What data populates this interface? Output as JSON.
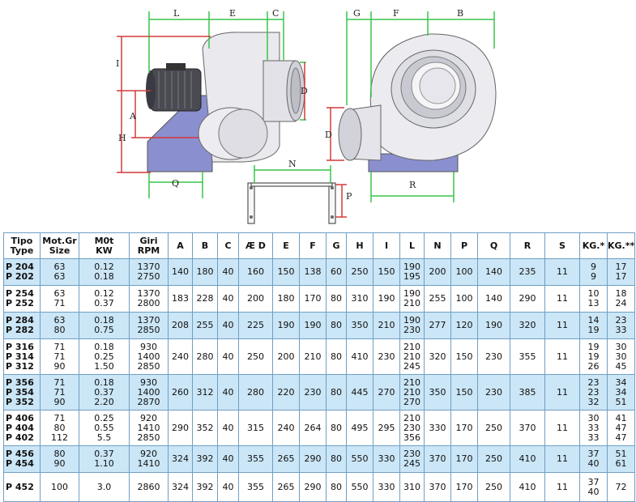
{
  "drawing": {
    "side_labels": [
      "L",
      "E",
      "C",
      "I",
      "D",
      "A",
      "H",
      "Q"
    ],
    "front_labels": [
      "G",
      "F",
      "B",
      "D",
      "R"
    ],
    "base_labels": [
      "N",
      "P"
    ]
  },
  "table": {
    "headers": [
      [
        "Tipo",
        "Type"
      ],
      [
        "Mot.Gr",
        "Size"
      ],
      [
        "M0t",
        "KW"
      ],
      [
        "Giri",
        "RPM"
      ],
      [
        "A"
      ],
      [
        "B"
      ],
      [
        "C"
      ],
      [
        "Æ D"
      ],
      [
        "E"
      ],
      [
        "F"
      ],
      [
        "G"
      ],
      [
        "H"
      ],
      [
        "I"
      ],
      [
        "L"
      ],
      [
        "N"
      ],
      [
        "P"
      ],
      [
        "Q"
      ],
      [
        "R"
      ],
      [
        "S"
      ],
      [
        "KG.*"
      ],
      [
        "KG.**"
      ]
    ],
    "rows": [
      {
        "shade": true,
        "cells": [
          [
            "P 204",
            "P 202"
          ],
          [
            "63",
            "63"
          ],
          [
            "0.12",
            "0.18"
          ],
          [
            "1370",
            "2750"
          ],
          [
            "140"
          ],
          [
            "180"
          ],
          [
            "40"
          ],
          [
            "160"
          ],
          [
            "150"
          ],
          [
            "138"
          ],
          [
            "60"
          ],
          [
            "250"
          ],
          [
            "150"
          ],
          [
            "190",
            "195"
          ],
          [
            "200"
          ],
          [
            "100"
          ],
          [
            "140"
          ],
          [
            "235"
          ],
          [
            "11"
          ],
          [
            "9",
            "9"
          ],
          [
            "17",
            "17"
          ]
        ]
      },
      {
        "shade": false,
        "cells": [
          [
            "P 254",
            "P 252"
          ],
          [
            "63",
            "71"
          ],
          [
            "0.12",
            "0.37"
          ],
          [
            "1370",
            "2800"
          ],
          [
            "183"
          ],
          [
            "228"
          ],
          [
            "40"
          ],
          [
            "200"
          ],
          [
            "180"
          ],
          [
            "170"
          ],
          [
            "80"
          ],
          [
            "310"
          ],
          [
            "190"
          ],
          [
            "190",
            "210"
          ],
          [
            "255"
          ],
          [
            "100"
          ],
          [
            "140"
          ],
          [
            "290"
          ],
          [
            "11"
          ],
          [
            "10",
            "13"
          ],
          [
            "18",
            "24"
          ]
        ]
      },
      {
        "shade": true,
        "cells": [
          [
            "P 284",
            "P 282"
          ],
          [
            "63",
            "80"
          ],
          [
            "0.18",
            "0.75"
          ],
          [
            "1370",
            "2850"
          ],
          [
            "208"
          ],
          [
            "255"
          ],
          [
            "40"
          ],
          [
            "225"
          ],
          [
            "190"
          ],
          [
            "190"
          ],
          [
            "80"
          ],
          [
            "350"
          ],
          [
            "210"
          ],
          [
            "190",
            "230"
          ],
          [
            "277"
          ],
          [
            "120"
          ],
          [
            "190"
          ],
          [
            "320"
          ],
          [
            "11"
          ],
          [
            "14",
            "19"
          ],
          [
            "23",
            "33"
          ]
        ]
      },
      {
        "shade": false,
        "cells": [
          [
            "P 316",
            "P 314",
            "P 312"
          ],
          [
            "71",
            "71",
            "90"
          ],
          [
            "0.18",
            "0.25",
            "1.50"
          ],
          [
            "930",
            "1400",
            "2850"
          ],
          [
            "240"
          ],
          [
            "280"
          ],
          [
            "40"
          ],
          [
            "250"
          ],
          [
            "200"
          ],
          [
            "210"
          ],
          [
            "80"
          ],
          [
            "410"
          ],
          [
            "230"
          ],
          [
            "210",
            "210",
            "245"
          ],
          [
            "320"
          ],
          [
            "150"
          ],
          [
            "230"
          ],
          [
            "355"
          ],
          [
            "11"
          ],
          [
            "19",
            "19",
            "26"
          ],
          [
            "30",
            "30",
            "45"
          ]
        ]
      },
      {
        "shade": true,
        "cells": [
          [
            "P 356",
            "P 354",
            "P 352"
          ],
          [
            "71",
            "71",
            "90"
          ],
          [
            "0.18",
            "0.37",
            "2.20"
          ],
          [
            "930",
            "1400",
            "2870"
          ],
          [
            "260"
          ],
          [
            "312"
          ],
          [
            "40"
          ],
          [
            "280"
          ],
          [
            "220"
          ],
          [
            "230"
          ],
          [
            "80"
          ],
          [
            "445"
          ],
          [
            "270"
          ],
          [
            "210",
            "210",
            "270"
          ],
          [
            "350"
          ],
          [
            "150"
          ],
          [
            "230"
          ],
          [
            "385"
          ],
          [
            "11"
          ],
          [
            "23",
            "23",
            "32"
          ],
          [
            "34",
            "34",
            "51"
          ]
        ]
      },
      {
        "shade": false,
        "cells": [
          [
            "P 406",
            "P 404",
            "P 402"
          ],
          [
            "71",
            "80",
            "112"
          ],
          [
            "0.25",
            "0.55",
            "5.5"
          ],
          [
            "920",
            "1410",
            "2850"
          ],
          [
            "290"
          ],
          [
            "352"
          ],
          [
            "40"
          ],
          [
            "315"
          ],
          [
            "240"
          ],
          [
            "264"
          ],
          [
            "80"
          ],
          [
            "495"
          ],
          [
            "295"
          ],
          [
            "210",
            "230",
            "356"
          ],
          [
            "330"
          ],
          [
            "170"
          ],
          [
            "250"
          ],
          [
            "370"
          ],
          [
            "11"
          ],
          [
            "30",
            "33",
            "33"
          ],
          [
            "41",
            "47",
            "47"
          ]
        ]
      },
      {
        "shade": true,
        "cells": [
          [
            "P 456",
            "P 454"
          ],
          [
            "80",
            "90"
          ],
          [
            "0.37",
            "1.10"
          ],
          [
            "920",
            "1410"
          ],
          [
            "324"
          ],
          [
            "392"
          ],
          [
            "40"
          ],
          [
            "355"
          ],
          [
            "265"
          ],
          [
            "290"
          ],
          [
            "80"
          ],
          [
            "550"
          ],
          [
            "330"
          ],
          [
            "230",
            "245"
          ],
          [
            "370"
          ],
          [
            "170"
          ],
          [
            "250"
          ],
          [
            "410"
          ],
          [
            "11"
          ],
          [
            "37",
            "40"
          ],
          [
            "51",
            "61"
          ]
        ]
      },
      {
        "shade": false,
        "cells": [
          [
            "P 452"
          ],
          [
            "100"
          ],
          [
            "3.0"
          ],
          [
            "2860"
          ],
          [
            "324"
          ],
          [
            "392"
          ],
          [
            "40"
          ],
          [
            "355"
          ],
          [
            "265"
          ],
          [
            "290"
          ],
          [
            "80"
          ],
          [
            "550"
          ],
          [
            "330"
          ],
          [
            "310"
          ],
          [
            "370"
          ],
          [
            "170"
          ],
          [
            "250"
          ],
          [
            "410"
          ],
          [
            "11"
          ],
          [
            "37",
            "40"
          ],
          [
            "72"
          ]
        ]
      }
    ]
  }
}
